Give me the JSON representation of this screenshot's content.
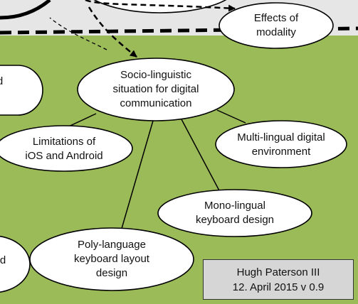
{
  "nodes": {
    "effects_of_modality": "Effects of\nmodality",
    "sociolinguistic_situation": "Socio-linguistic\nsituation for digital\ncommunication",
    "limitations_ios_android": "Limitations of\niOS and Android",
    "multilingual_environment": "Multi-lingual digital\nenvironment",
    "monolingual_keyboard": "Mono-lingual\nkeyboard design",
    "polylanguage_keyboard": "Poly-language\nkeyboard layout\ndesign",
    "partial_top_left": "d",
    "partial_bottom_left": "d"
  },
  "credit": {
    "author": "Hugh Paterson III",
    "date_version": "12. April 2015 v 0.9"
  },
  "colors": {
    "background_green": "#9bbb59",
    "top_region_gray": "#e6e6e6",
    "credit_box": "#d6d6d6",
    "node_fill": "#ffffff",
    "outline": "#000000"
  }
}
